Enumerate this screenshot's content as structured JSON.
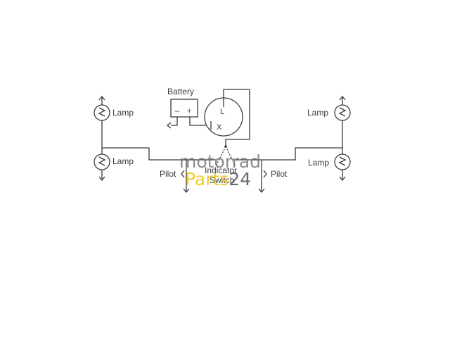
{
  "diagram": {
    "battery_label": "Battery",
    "battery_minus": "–",
    "battery_plus": "+",
    "flasher_terminal_l": "L",
    "flasher_terminal_x": "X",
    "lamp_label": "Lamp",
    "pilot_label": "Pilot",
    "indicator_switch_label_1": "Indicator",
    "indicator_switch_label_2": "Switch"
  },
  "watermark": {
    "line1": "motorrad",
    "line2_a": "Parts",
    "line2_b": "24",
    "colors": {
      "gray": "#6d6d6d",
      "yellow": "#f2c200",
      "dark": "#4a4a4a"
    }
  }
}
